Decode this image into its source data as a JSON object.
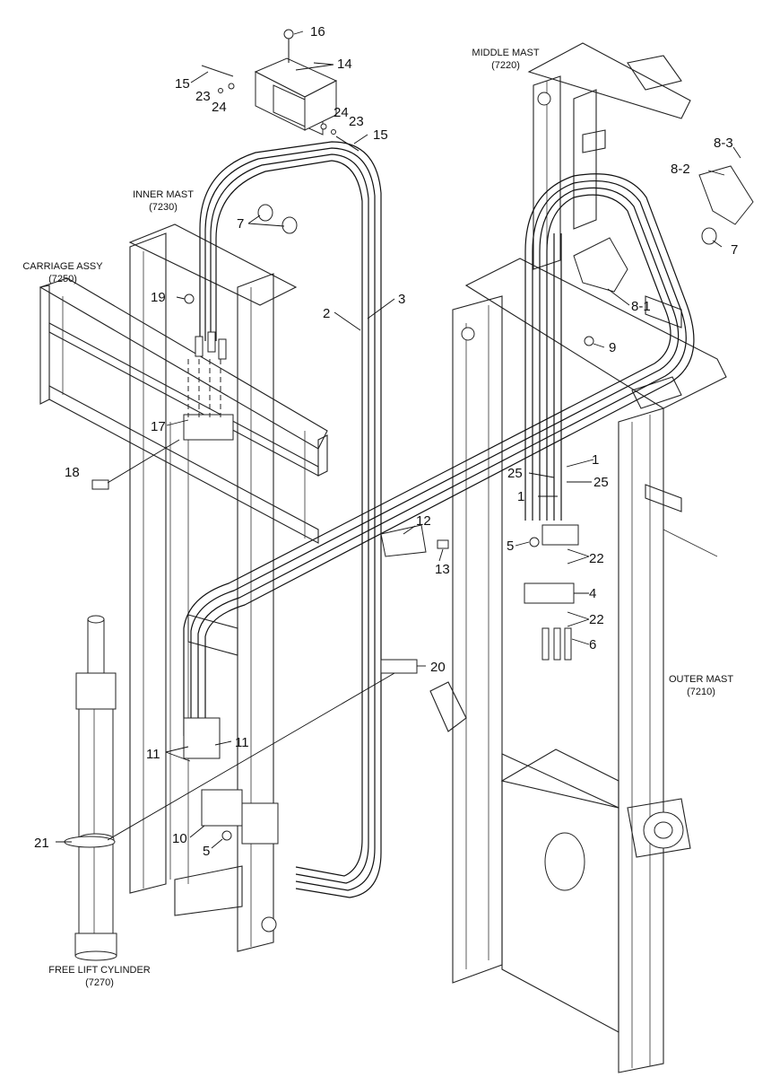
{
  "assemblies": {
    "middle_mast": {
      "name": "MIDDLE MAST",
      "code": "(7220)"
    },
    "inner_mast": {
      "name": "INNER MAST",
      "code": "(7230)"
    },
    "carriage_assy": {
      "name": "CARRIAGE ASSY",
      "code": "(7250)"
    },
    "outer_mast": {
      "name": "OUTER MAST",
      "code": "(7210)"
    },
    "free_lift_cylinder": {
      "name": "FREE LIFT CYLINDER",
      "code": "(7270)"
    }
  },
  "callouts": {
    "c16": "16",
    "c14": "14",
    "c15a": "15",
    "c23a": "23",
    "c24a": "24",
    "c24b": "24",
    "c23b": "23",
    "c15b": "15",
    "c7a": "7",
    "c2": "2",
    "c3": "3",
    "c19": "19",
    "c17": "17",
    "c18": "18",
    "c83": "8-3",
    "c82": "8-2",
    "c7b": "7",
    "c81": "8-1",
    "c9": "9",
    "c1a": "1",
    "c25a": "25",
    "c1b": "1",
    "c25b": "25",
    "c12": "12",
    "c13": "13",
    "c5a": "5",
    "c22a": "22",
    "c4": "4",
    "c22b": "22",
    "c6": "6",
    "c20": "20",
    "c11a": "11",
    "c11b": "11",
    "c10": "10",
    "c5b": "5",
    "c21": "21"
  },
  "colors": {
    "line": "#222222",
    "background": "#ffffff"
  }
}
